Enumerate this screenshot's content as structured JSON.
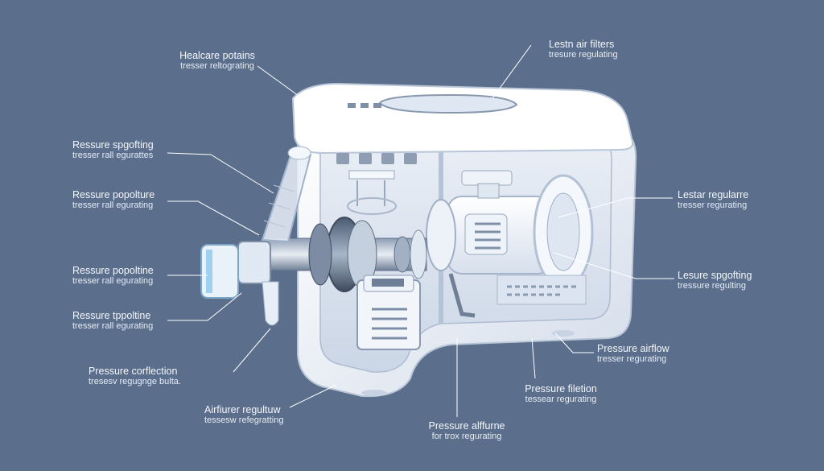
{
  "callouts": [
    {
      "title": "Healcare potains",
      "subtitle": "tresser reltograting"
    },
    {
      "title": "Lestn air filters",
      "subtitle": "tresure regulating"
    },
    {
      "title": "Ressure spgofting",
      "subtitle": "tresser rall egurattes"
    },
    {
      "title": "Ressure popolture",
      "subtitle": "tresser rall egurating"
    },
    {
      "title": "Ressure popoltine",
      "subtitle": "tresser rall egurating"
    },
    {
      "title": "Ressure tppoltine",
      "subtitle": "tresser rall egurating"
    },
    {
      "title": "Pressure corflection",
      "subtitle": "tresesv regugnge bulta."
    },
    {
      "title": "Airfiurer regultuw",
      "subtitle": "tessesw refegratting"
    },
    {
      "title": "Pressure alffurne",
      "subtitle": "for trox regurating"
    },
    {
      "title": "Pressure filetion",
      "subtitle": "tessear regurating"
    },
    {
      "title": "Pressure airflow",
      "subtitle": "tresser regurating"
    },
    {
      "title": "Lesure spgofting",
      "subtitle": "tressure regulting"
    },
    {
      "title": "Lestar regularre",
      "subtitle": "tresser regurating"
    }
  ],
  "colors": {
    "background": "#5b6f8c",
    "housing": "#f3f6fa",
    "housing_shadow": "#c9d4e3",
    "glass": "#dbe5f1",
    "leader": "#ffffff",
    "accent_blue": "#9fd0ee"
  }
}
